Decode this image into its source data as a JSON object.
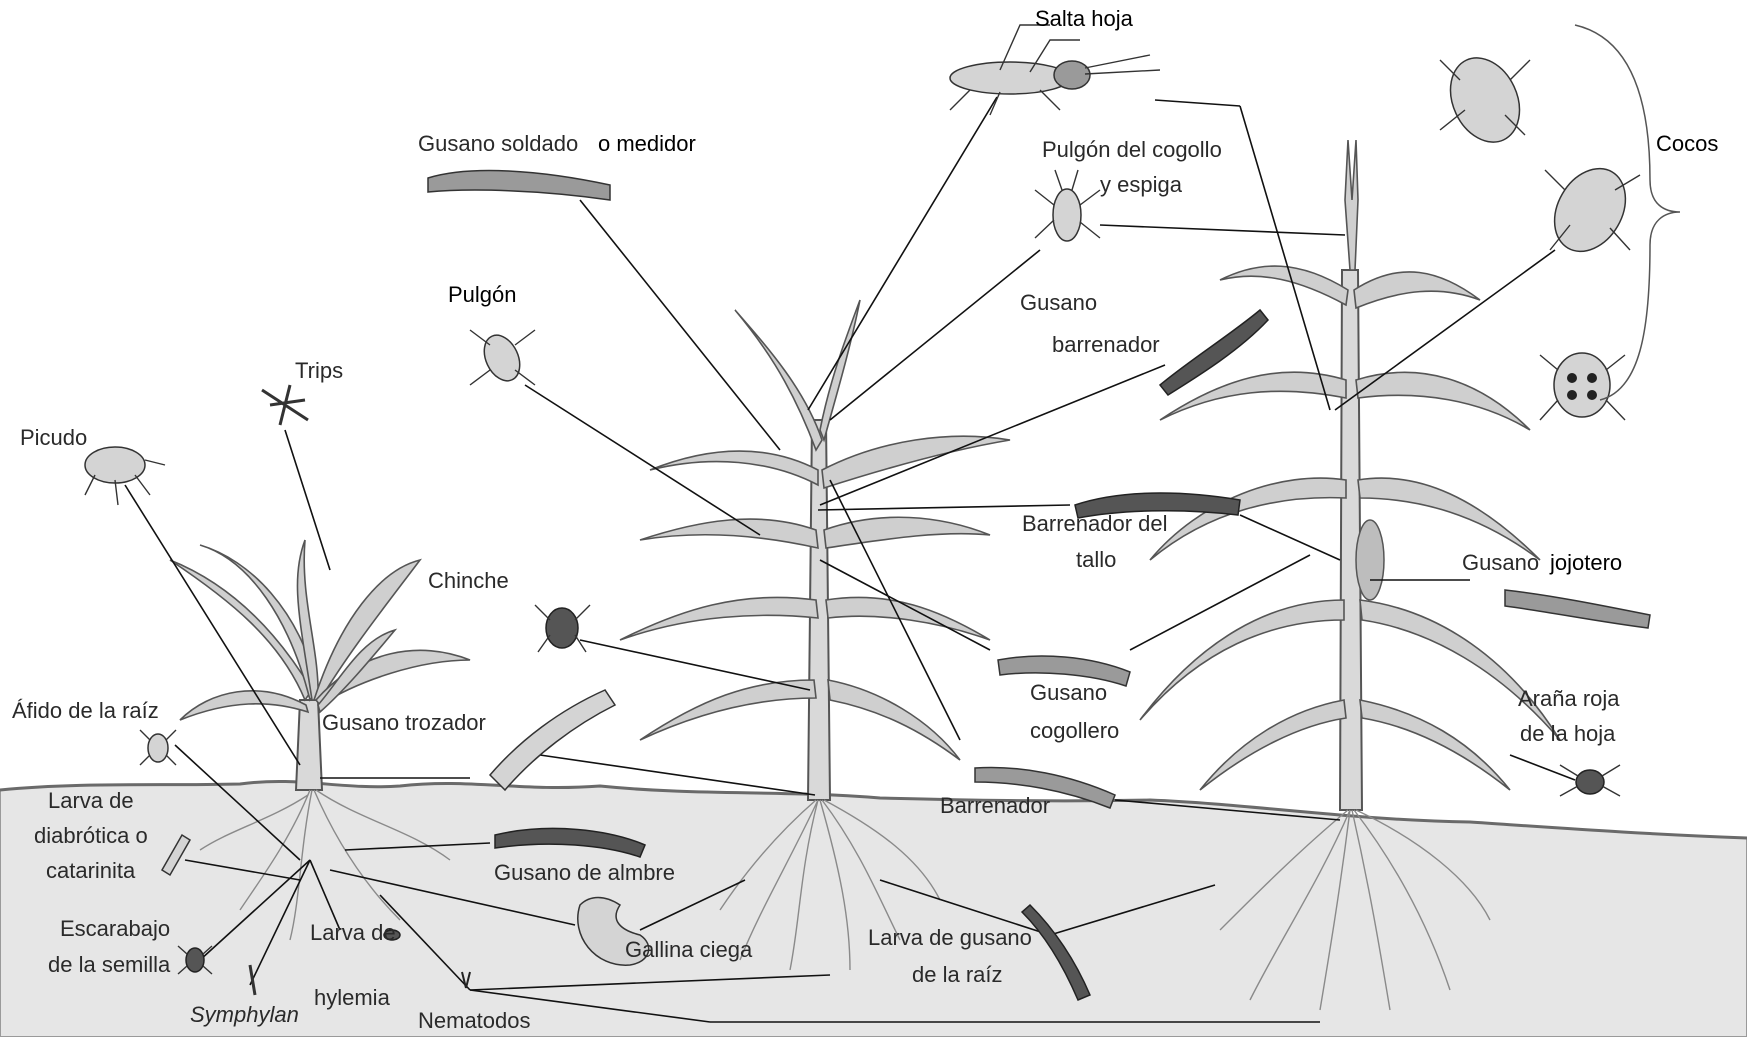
{
  "labels": {
    "salta_hoja": "Salta hoja",
    "gusano_soldado": "Gusano soldado",
    "o_medidor": "o medidor",
    "pulgon_cogollo_1": "Pulgón del cogollo",
    "pulgon_cogollo_2": "y espiga",
    "cocos": "Cocos",
    "gusano_barrenador_1": "Gusano",
    "gusano_barrenador_2": "barrenador",
    "pulgon": "Pulgón",
    "trips": "Trips",
    "picudo": "Picudo",
    "barrenador_tallo_1": "Barrenador del",
    "barrenador_tallo_2": "tallo",
    "chinche": "Chinche",
    "gusano_jojotero_1": "Gusano",
    "gusano_jojotero_2": "jojotero",
    "afido_raiz": "Áfido de la raíz",
    "gusano_trozador": "Gusano trozador",
    "gusano_cogollero_1": "Gusano",
    "gusano_cogollero_2": "cogollero",
    "arana_roja_1": "Araña roja",
    "arana_roja_2": "de la hoja",
    "larva_diabrotica_1": "Larva de",
    "larva_diabrotica_2": "diabrótica o",
    "larva_diabrotica_3": "catarinita",
    "barrenador": "Barrenador",
    "gusano_alambre": "Gusano de almbre",
    "escarabajo_1": "Escarabajo",
    "escarabajo_2": "de la semilla",
    "larva_hylemia_1": "Larva de",
    "larva_hylemia_2": "hylemia",
    "gallina_ciega": "Gallina ciega",
    "larva_gusano_raiz_1": "Larva de gusano",
    "larva_gusano_raiz_2": "de la raíz",
    "symphylan": "Symphylan",
    "nematodos": "Nematodos"
  },
  "icons": [
    "grasshopper-icon",
    "caterpillar-icon",
    "aphid-icon",
    "beetle-icon",
    "thrips-icon",
    "weevil-icon",
    "bug-icon",
    "mite-icon",
    "grub-icon",
    "corn-plant-icon"
  ],
  "colors": {
    "ink": "#2a2a2a",
    "soil": "#d0d0d0",
    "plant": "#cfcfcf"
  }
}
